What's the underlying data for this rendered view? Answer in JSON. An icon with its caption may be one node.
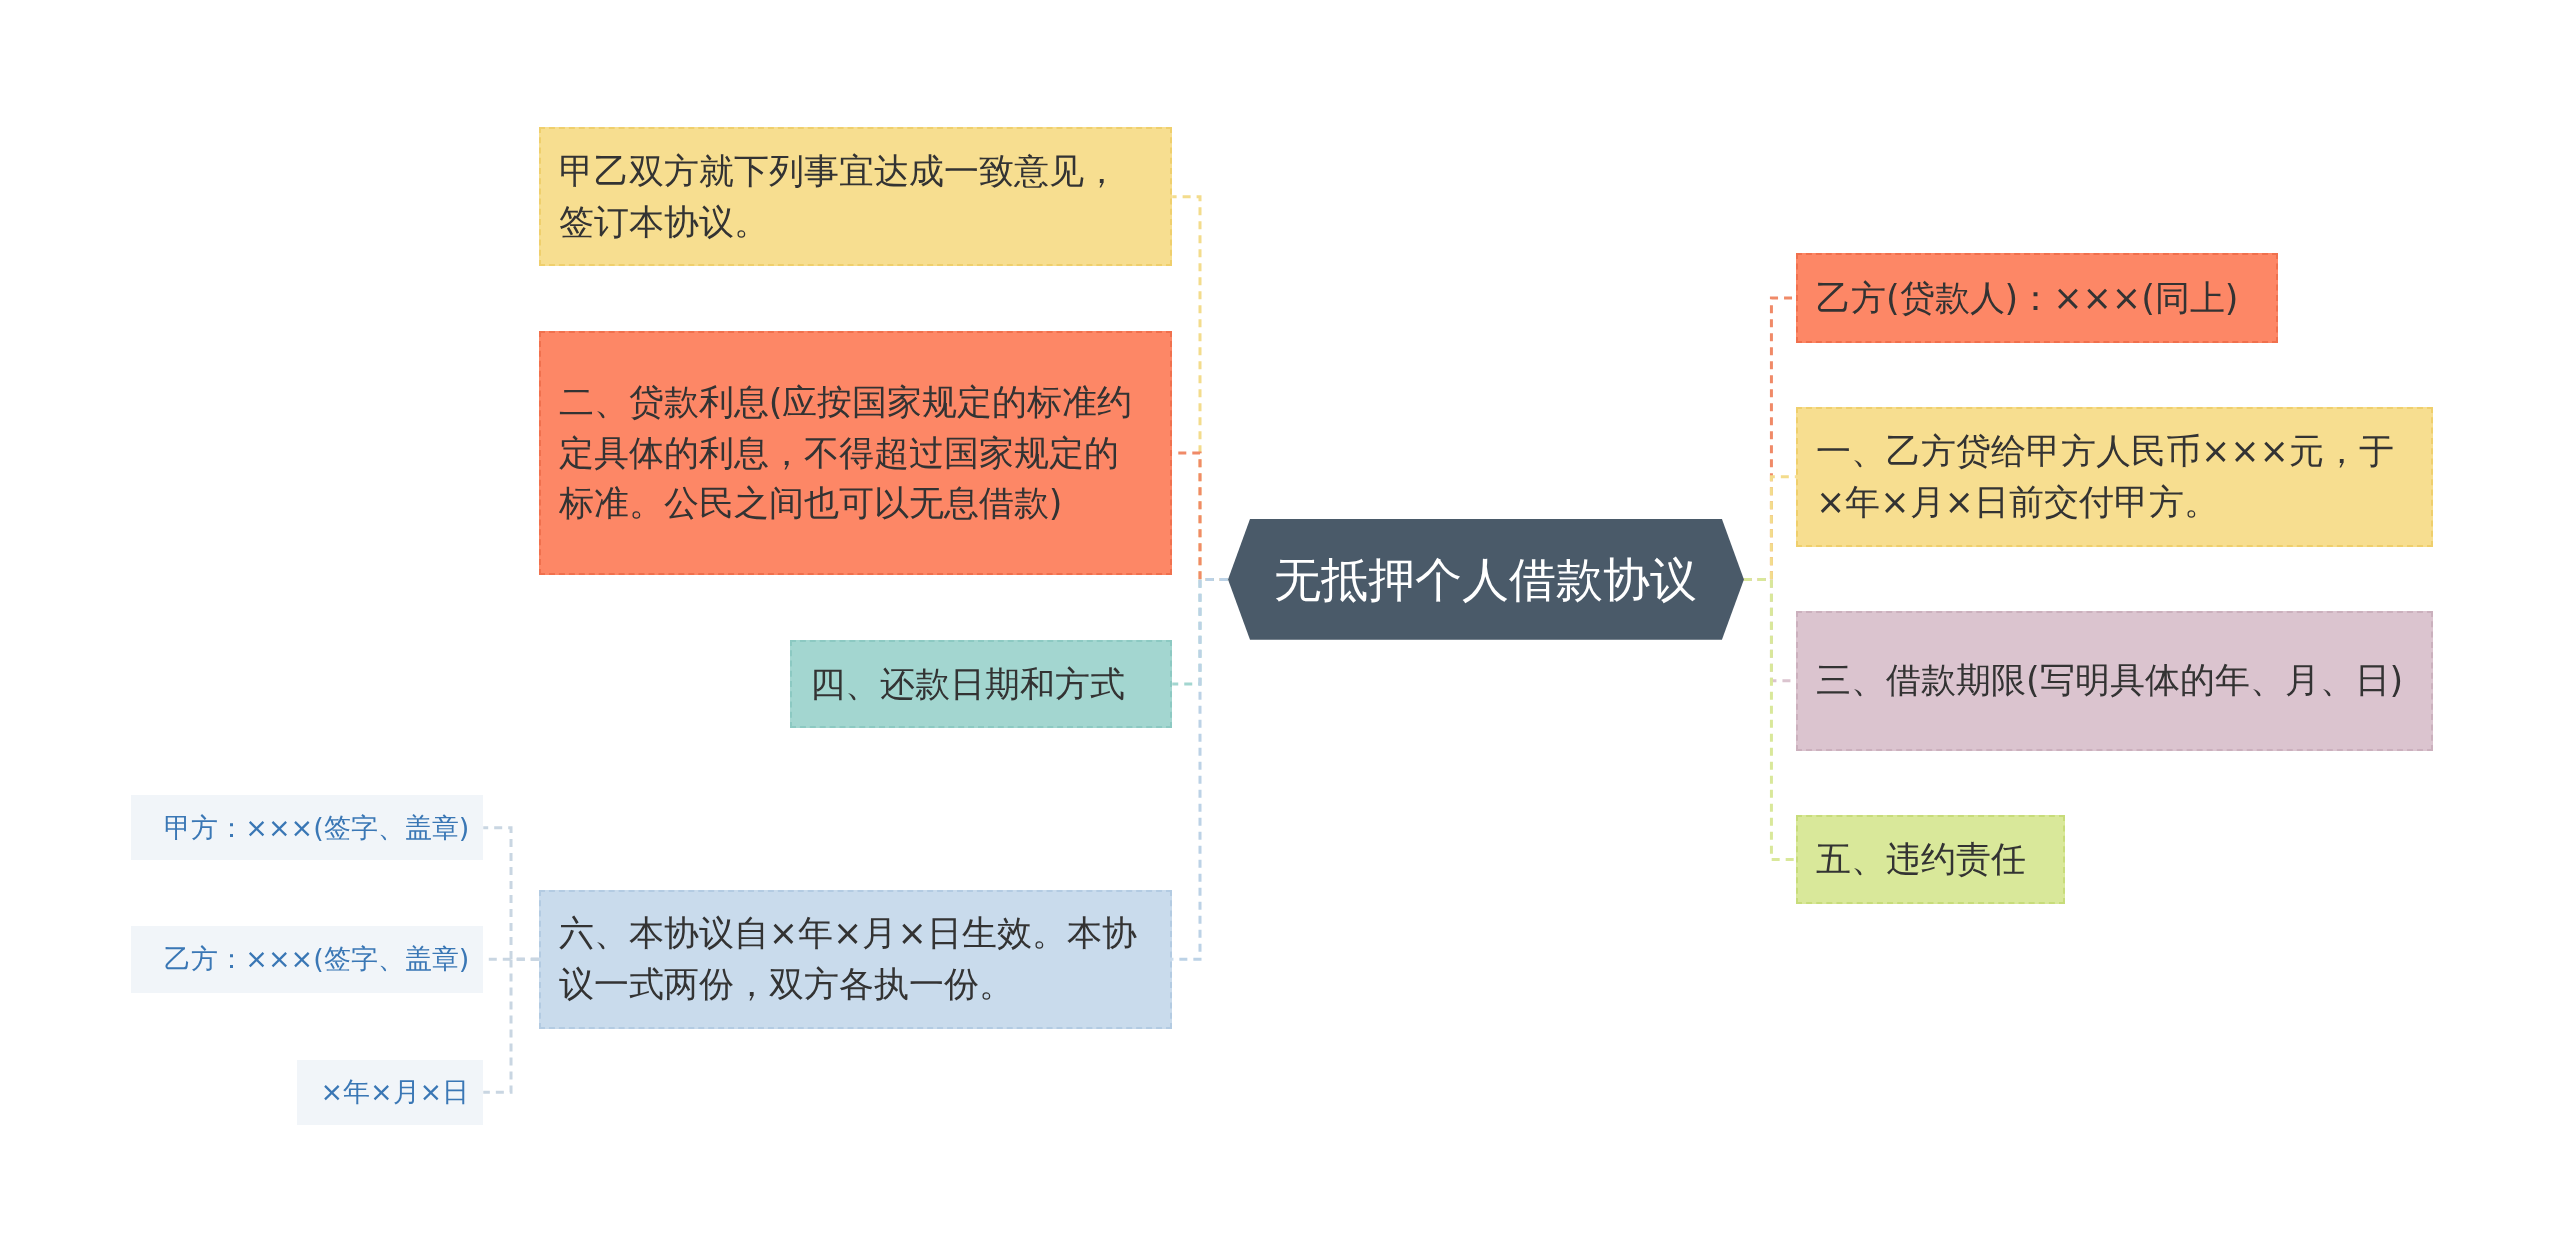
{
  "diagram": {
    "nodes": [
      {
        "text": [
          "无抵押个人借款协议"
        ]
      },
      {
        "text": [
          "甲乙双方就下列事宜达成一致意见，签订本协议。"
        ]
      },
      {
        "text": [
          "二、贷款利息(应按国家规定的标准约定具体的利息，不得超过国家规定的标准。公民之间也可以无息借款)"
        ]
      },
      {
        "text": [
          "四、还款日期和方式"
        ]
      },
      {
        "text": [
          "六、本协议自×年×月×日生效。本协议一式两份，双方各执一份。"
        ]
      },
      {
        "text": [
          "甲方：×××(签字、盖章)"
        ]
      },
      {
        "text": [
          "乙方：×××(签字、盖章)"
        ]
      },
      {
        "text": [
          "×年×月×日"
        ]
      },
      {
        "text": [
          "乙方(贷款人)：×××(同上)"
        ]
      },
      {
        "text": [
          "一、乙方贷给甲方人民币×××元，于×年×月×日前交付甲方。"
        ]
      },
      {
        "text": [
          "三、借款期限(写明具体的年、月、日)"
        ]
      },
      {
        "text": [
          "五、违约责任"
        ]
      }
    ],
    "edges": [
      {
        "from": 0,
        "to": 1,
        "arrow": "none",
        "style": "dashed",
        "color": "#f3dc8c"
      },
      {
        "from": 0,
        "to": 2,
        "arrow": "none",
        "style": "dashed",
        "color": "#f08a68"
      },
      {
        "from": 0,
        "to": 3,
        "arrow": "none",
        "style": "dashed",
        "color": "#a3d6d0"
      },
      {
        "from": 0,
        "to": 4,
        "arrow": "none",
        "style": "dashed",
        "color": "#bcd2e6"
      },
      {
        "from": 4,
        "to": 5,
        "arrow": "none",
        "style": "dashed",
        "color": "#c9d6e2"
      },
      {
        "from": 4,
        "to": 6,
        "arrow": "none",
        "style": "dashed",
        "color": "#c9d6e2"
      },
      {
        "from": 4,
        "to": 7,
        "arrow": "none",
        "style": "dashed",
        "color": "#c9d6e2"
      },
      {
        "from": 0,
        "to": 8,
        "arrow": "none",
        "style": "dashed",
        "color": "#f08a68"
      },
      {
        "from": 0,
        "to": 9,
        "arrow": "none",
        "style": "dashed",
        "color": "#f3dc8c"
      },
      {
        "from": 0,
        "to": 10,
        "arrow": "none",
        "style": "dashed",
        "color": "#dbc4cf"
      },
      {
        "from": 0,
        "to": 11,
        "arrow": "none",
        "style": "dashed",
        "color": "#d9e89a"
      }
    ]
  }
}
